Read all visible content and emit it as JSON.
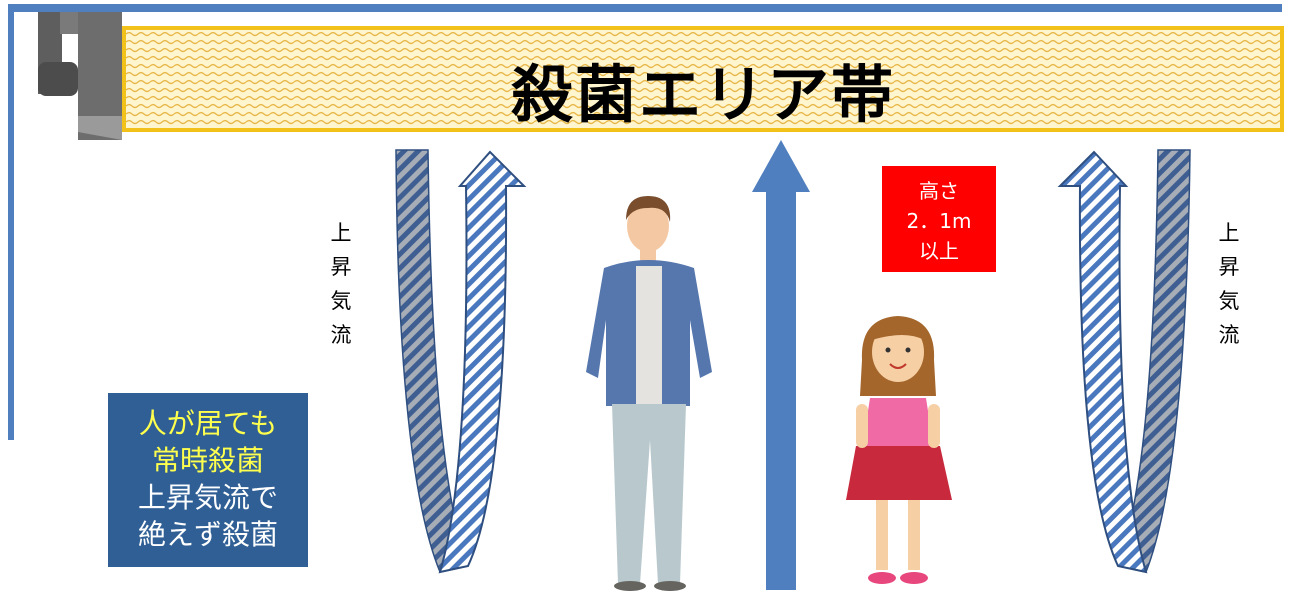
{
  "zone": {
    "title": "殺菌エリア帯"
  },
  "updraft_label_left": [
    "上",
    "昇",
    "気",
    "流"
  ],
  "updraft_label_right": [
    "上",
    "昇",
    "気",
    "流"
  ],
  "height_badge": {
    "line1": "高さ",
    "line2": "2．1m",
    "line3": "以上"
  },
  "info_box": {
    "line1": "人が居ても",
    "line2": "常時殺菌",
    "line3": "上昇気流で",
    "line4": "絶えず殺菌"
  },
  "colors": {
    "frame_blue": "#4f7fbe",
    "zone_border": "#f2c21a",
    "zone_fill": "#fff6cf",
    "badge_red": "#ff0000",
    "info_box_blue": "#2f5f95",
    "info_highlight_yellow": "#ffff4d"
  },
  "icons": {
    "device": "ceiling-uv-device-icon",
    "man": "standing-man-figure",
    "girl": "standing-girl-figure",
    "arrow": "updraft-arrow-icon"
  }
}
